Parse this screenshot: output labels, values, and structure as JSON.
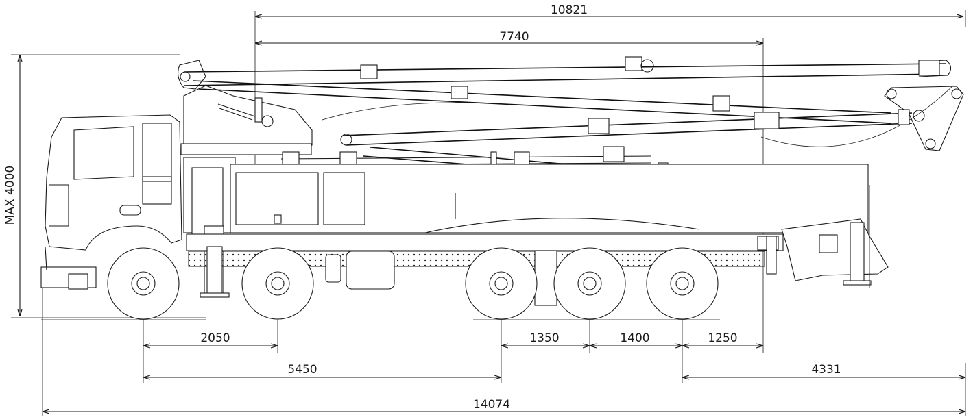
{
  "dimensions": {
    "top_total": "10821",
    "boom_reach": "7740",
    "height": "MAX  4000",
    "axle_1_2": "2050",
    "axle_3_4": "1350",
    "axle_4_5": "1400",
    "axle_5_rear": "1250",
    "front_axle_to_3": "5450",
    "rear_to_end": "4331",
    "total_length": "14074"
  },
  "colors": {
    "line": "#1a1a1a",
    "background": "#ffffff"
  }
}
